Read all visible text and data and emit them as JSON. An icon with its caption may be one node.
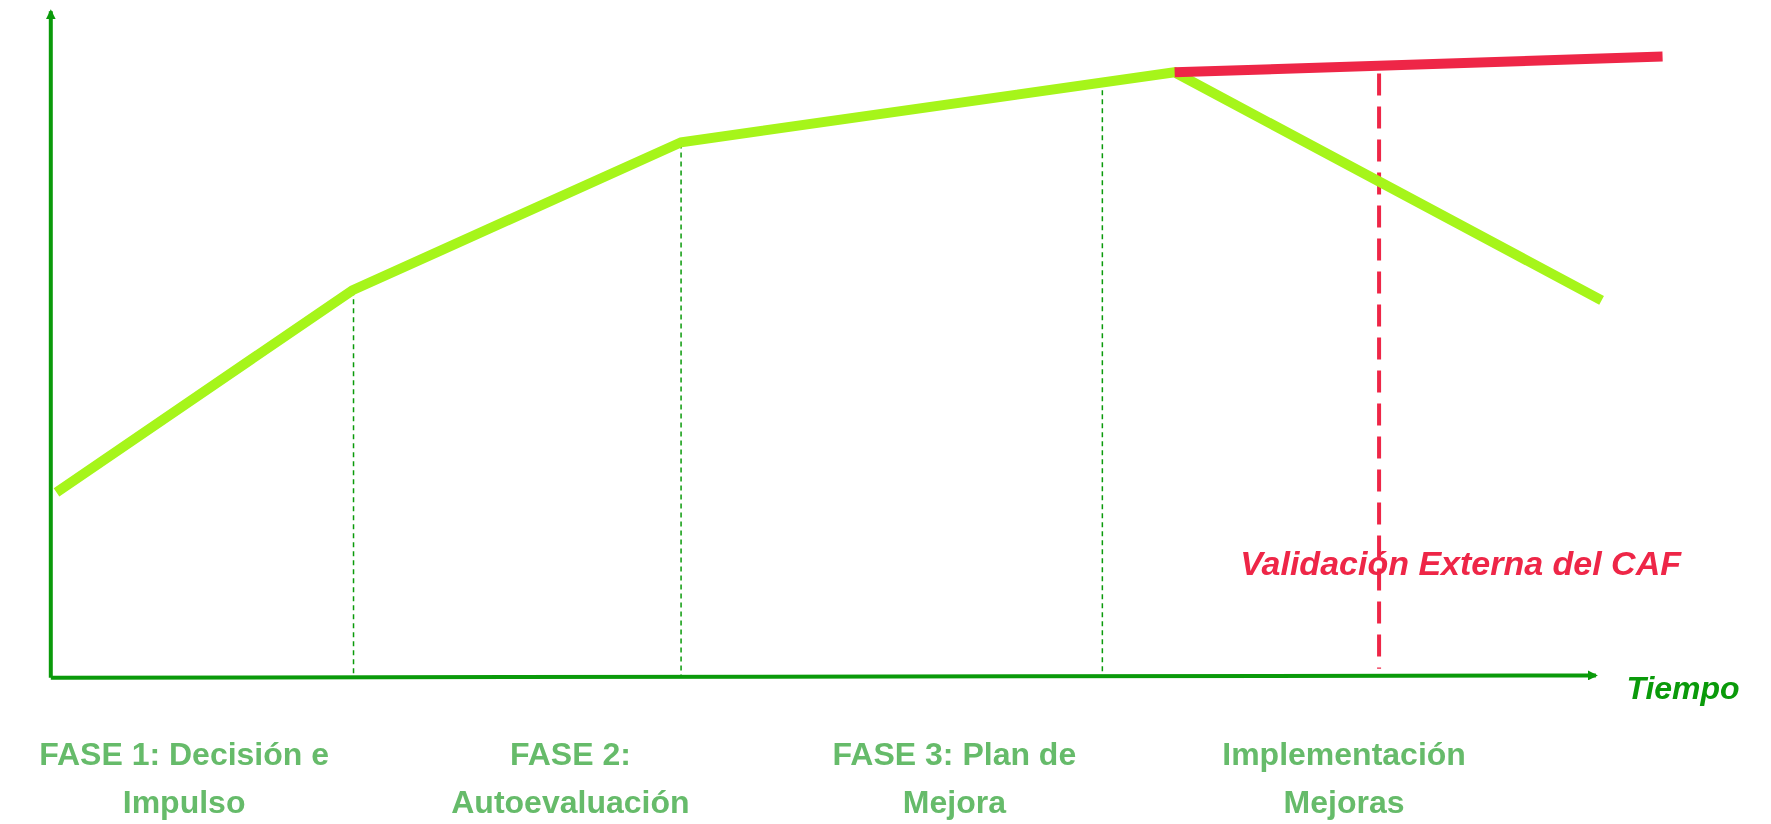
{
  "diagram": {
    "labels": [
      "Validación Externa del CAF",
      "Tiempo",
      "FASE 1: Decisión e Impulso",
      "FASE 2: Autoevaluación",
      "FASE 3: Plan de Mejora",
      "Implementación Mejoras"
    ]
  }
}
